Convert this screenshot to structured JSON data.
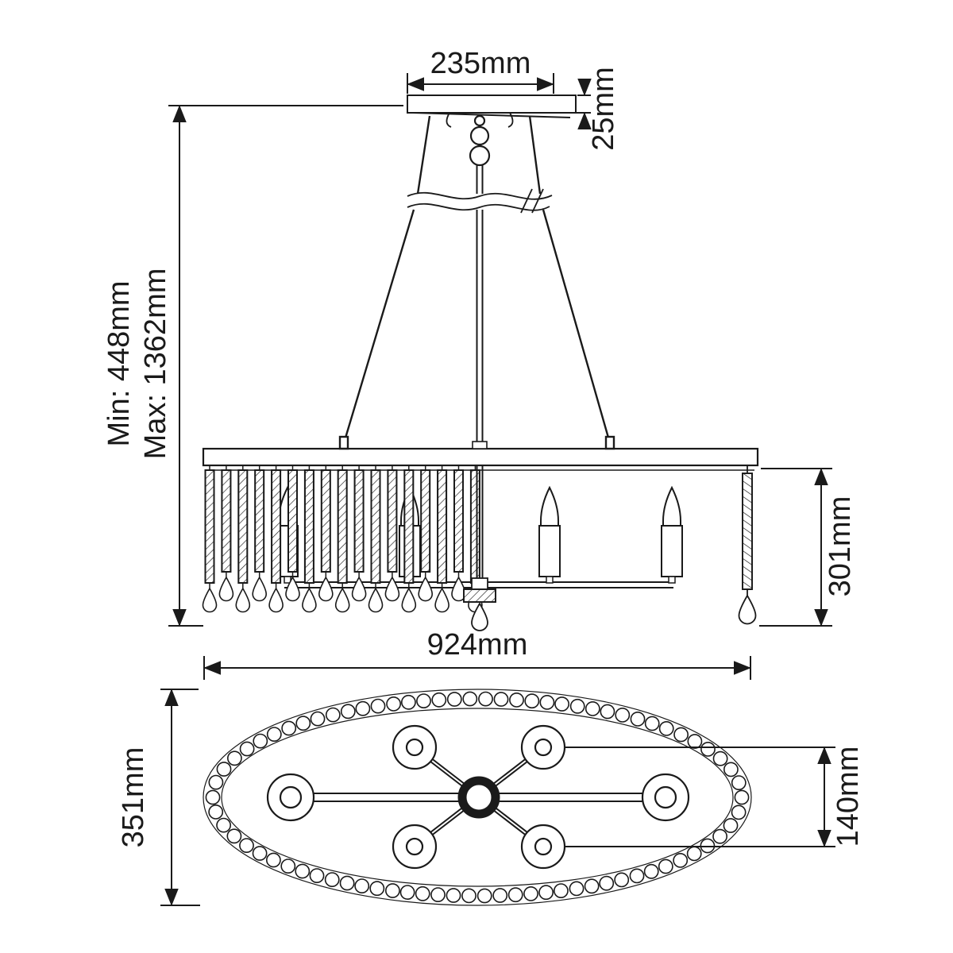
{
  "colors": {
    "line": "#1a1a1a",
    "background": "#ffffff"
  },
  "side_view": {
    "canopy_width_label": "235mm",
    "canopy_height_label": "25mm",
    "min_height_label": "Min: 448mm",
    "max_height_label": "Max: 1362mm",
    "body_height_label": "301mm"
  },
  "plan_view": {
    "overall_width_label": "924mm",
    "overall_depth_label": "351mm",
    "candle_spacing_label": "140mm"
  }
}
